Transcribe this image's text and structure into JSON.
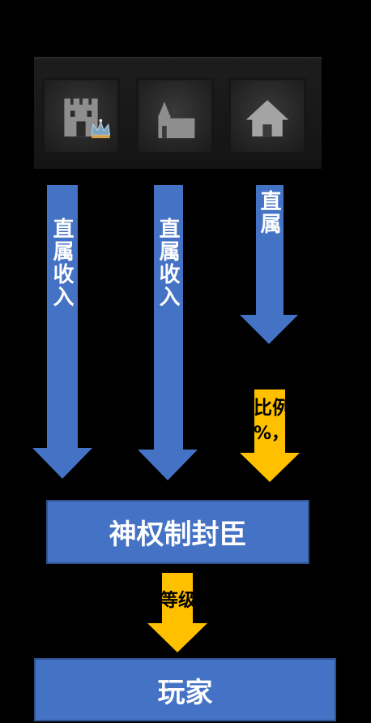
{
  "icons": [
    {
      "name": "castle-icon"
    },
    {
      "name": "church-icon"
    },
    {
      "name": "house-icon"
    }
  ],
  "arrows": {
    "castle_label": "直属收入",
    "church_label": "直属收入",
    "house_label": "直属",
    "house_ratio_line1": "比例",
    "house_ratio_line2": "%，"
  },
  "boxes": {
    "vassal": "神权制封臣",
    "level_label": "等级",
    "player": "玩家"
  },
  "colors": {
    "background": "#000000",
    "arrow_blue": "#4472c4",
    "arrow_yellow": "#ffc000",
    "box_blue": "#4472c4"
  }
}
